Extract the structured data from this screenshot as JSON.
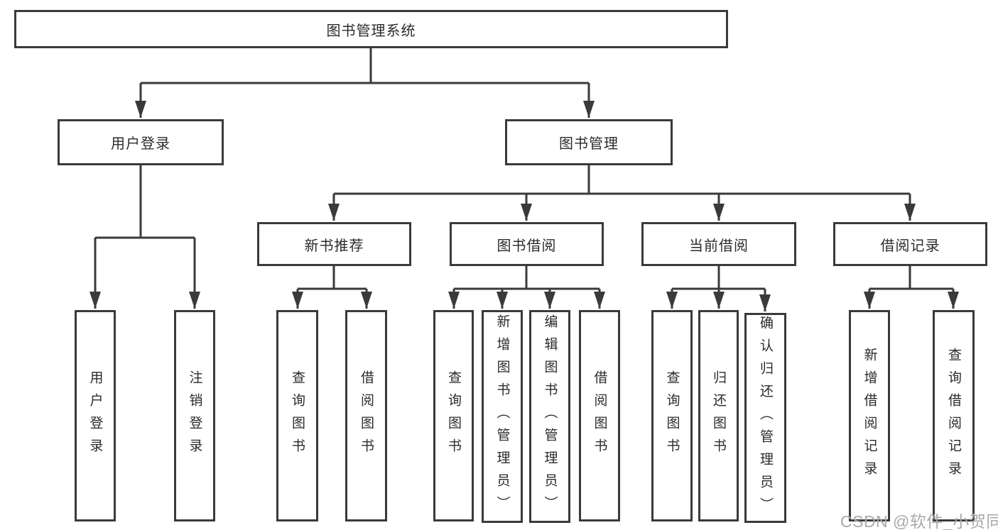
{
  "diagram_title": "图书管理系统",
  "colors": {
    "line": "#3a3a3a",
    "box_border": "#3a3a3a",
    "text": "#2b2b2b",
    "watermark": "#a9a9a9",
    "background": "#ffffff"
  },
  "nodes": {
    "root": "图书管理系统",
    "userLogin": "用户登录",
    "bookMgmt": "图书管理",
    "newBookRec": "新书推荐",
    "bookBorrow": "图书借阅",
    "currentBorrow": "当前借阅",
    "borrowRecords": "借阅记录",
    "leafUserLogin": "用户登录",
    "leafLogout": "注销登录",
    "leafRecQuery": "查询图书",
    "leafRecBorrow": "借阅图书",
    "leafBbQuery": "查询图书",
    "leafBbAdd": "新增图书（管理员）",
    "leafBbEdit": "编辑图书（管理员）",
    "leafBbBorrow": "借阅图书",
    "leafCbQuery": "查询图书",
    "leafCbReturn": "归还图书",
    "leafCbConfirm": "确认归还（管理员）",
    "leafBrAdd": "新增借阅记录",
    "leafBrQuery": "查询借阅记录"
  },
  "hierarchy": {
    "图书管理系统": {
      "用户登录": [
        "用户登录",
        "注销登录"
      ],
      "图书管理": {
        "新书推荐": [
          "查询图书",
          "借阅图书"
        ],
        "图书借阅": [
          "查询图书",
          "新增图书（管理员）",
          "编辑图书（管理员）",
          "借阅图书"
        ],
        "当前借阅": [
          "查询图书",
          "归还图书",
          "确认归还（管理员）"
        ],
        "借阅记录": [
          "新增借阅记录",
          "查询借阅记录"
        ]
      }
    }
  },
  "watermark": "CSDN @软件_小贺同学"
}
